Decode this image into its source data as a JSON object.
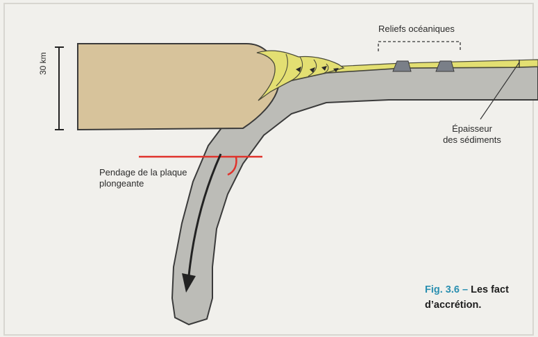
{
  "labels": {
    "reliefs": "Reliefs océaniques",
    "epaisseur_line1": "Épaisseur",
    "epaisseur_line2": "des sédiments",
    "pendage_line1": "Pendage de la plaque",
    "pendage_line2": "plongeante",
    "scale": "30 km"
  },
  "caption": {
    "fig_number": "Fig. 3.6 – ",
    "line1": "Les fact",
    "line2": "d’accrétion."
  },
  "colors": {
    "background": "#f1f0ec",
    "continental_crust": "#d7c39b",
    "oceanic_plate": "#bcbcb7",
    "plate_outline": "#3a3a3a",
    "sediments": "#e3df72",
    "oceanic_reliefs": "#7a7f88",
    "dip_marker": "#e0322b",
    "arrow": "#222222",
    "fig_number": "#2a8fb0"
  },
  "icons": {
    "movement_arrow": "down-arrow-icon",
    "accretion_thrusts": "thrust-arrow-icon"
  }
}
